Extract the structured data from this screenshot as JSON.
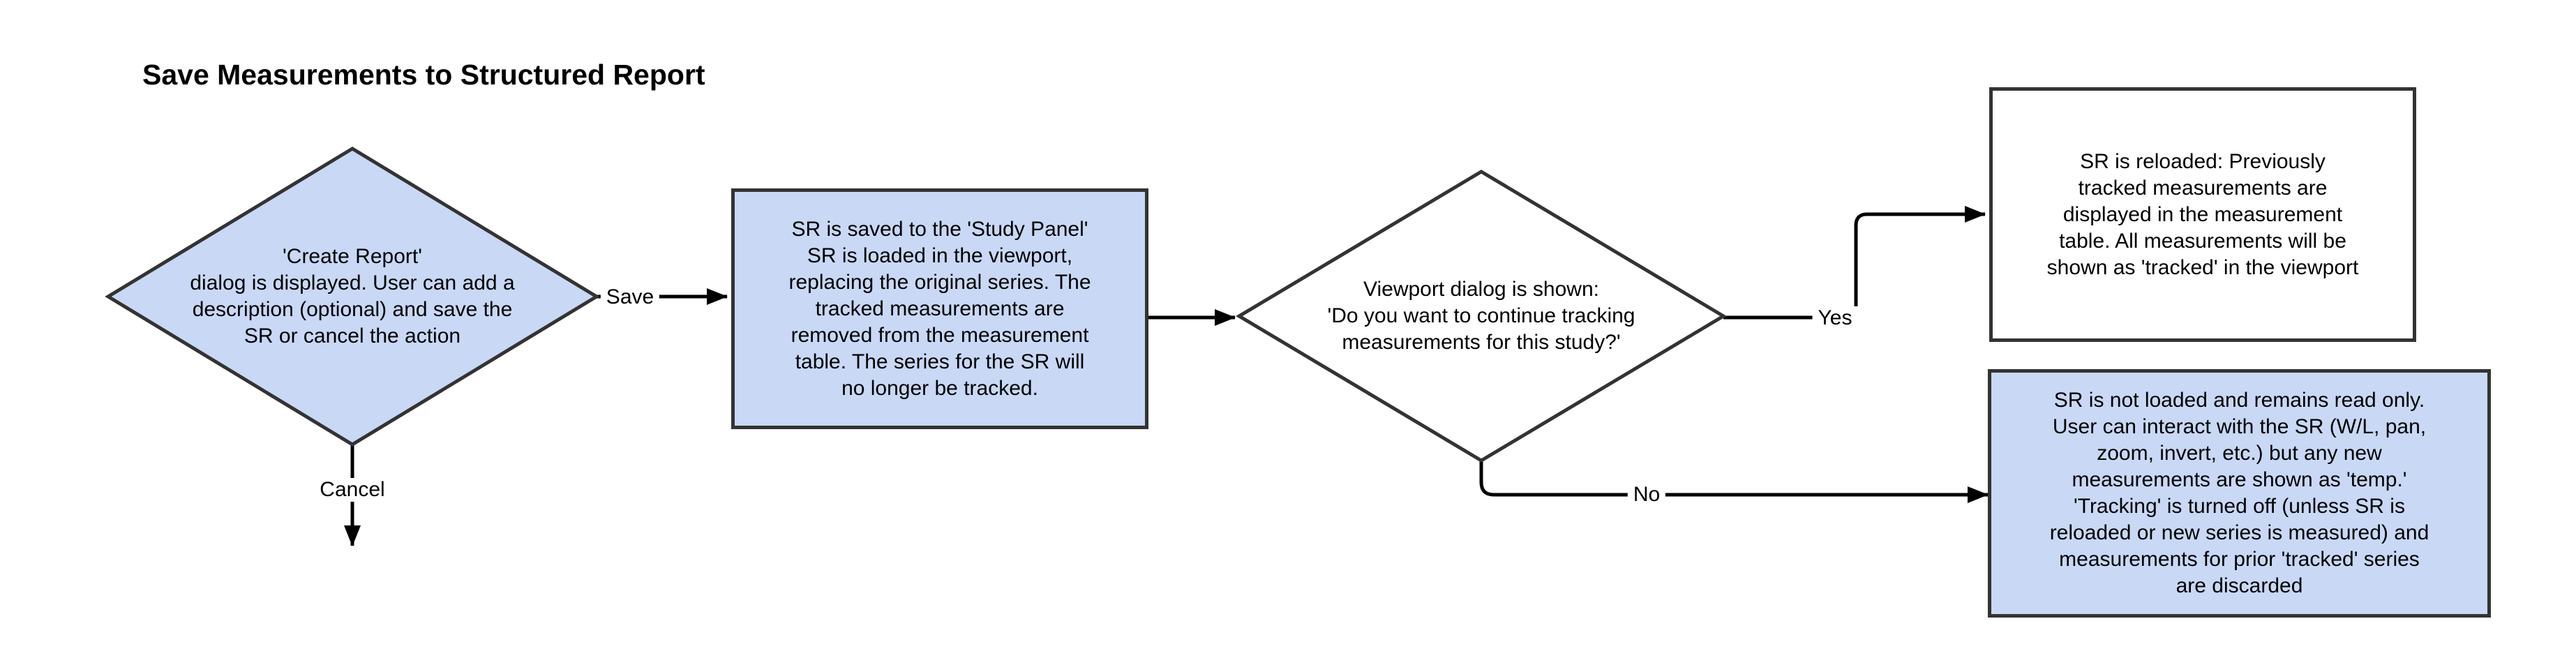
{
  "title": "Save Measurements to Structured Report",
  "colors": {
    "node_fill_blue": "#c9d8f5",
    "node_fill_white": "#ffffff",
    "node_stroke": "#333333",
    "edge_color": "#000000",
    "background": "#ffffff"
  },
  "nodes": {
    "create_report": {
      "type": "decision",
      "text": "'Create Report'\ndialog is displayed. User can add a\ndescription (optional) and save the\nSR or cancel the action"
    },
    "sr_saved": {
      "type": "process",
      "text": "SR is saved to the 'Study Panel'\nSR is loaded in the viewport,\nreplacing the original series. The\ntracked measurements are\nremoved from the measurement\ntable. The series for the SR will\nno longer be tracked."
    },
    "viewport_dialog": {
      "type": "decision",
      "text": "Viewport dialog is shown:\n'Do you want to continue tracking\nmeasurements for this study?'"
    },
    "sr_reloaded": {
      "type": "result",
      "text": "SR is reloaded: Previously\ntracked measurements are\ndisplayed in the measurement\ntable. All measurements will be\nshown as 'tracked' in the viewport"
    },
    "sr_not_loaded": {
      "type": "result",
      "text": "SR is not loaded and remains read only.\nUser can interact with the SR (W/L, pan,\nzoom, invert, etc.) but any new\nmeasurements are shown as 'temp.'\n'Tracking' is turned off (unless SR is\nreloaded or new series is measured) and\nmeasurements for prior 'tracked' series\nare discarded"
    }
  },
  "edges": {
    "save": {
      "label": "Save"
    },
    "cancel": {
      "label": "Cancel"
    },
    "yes": {
      "label": "Yes"
    },
    "no": {
      "label": "No"
    }
  }
}
